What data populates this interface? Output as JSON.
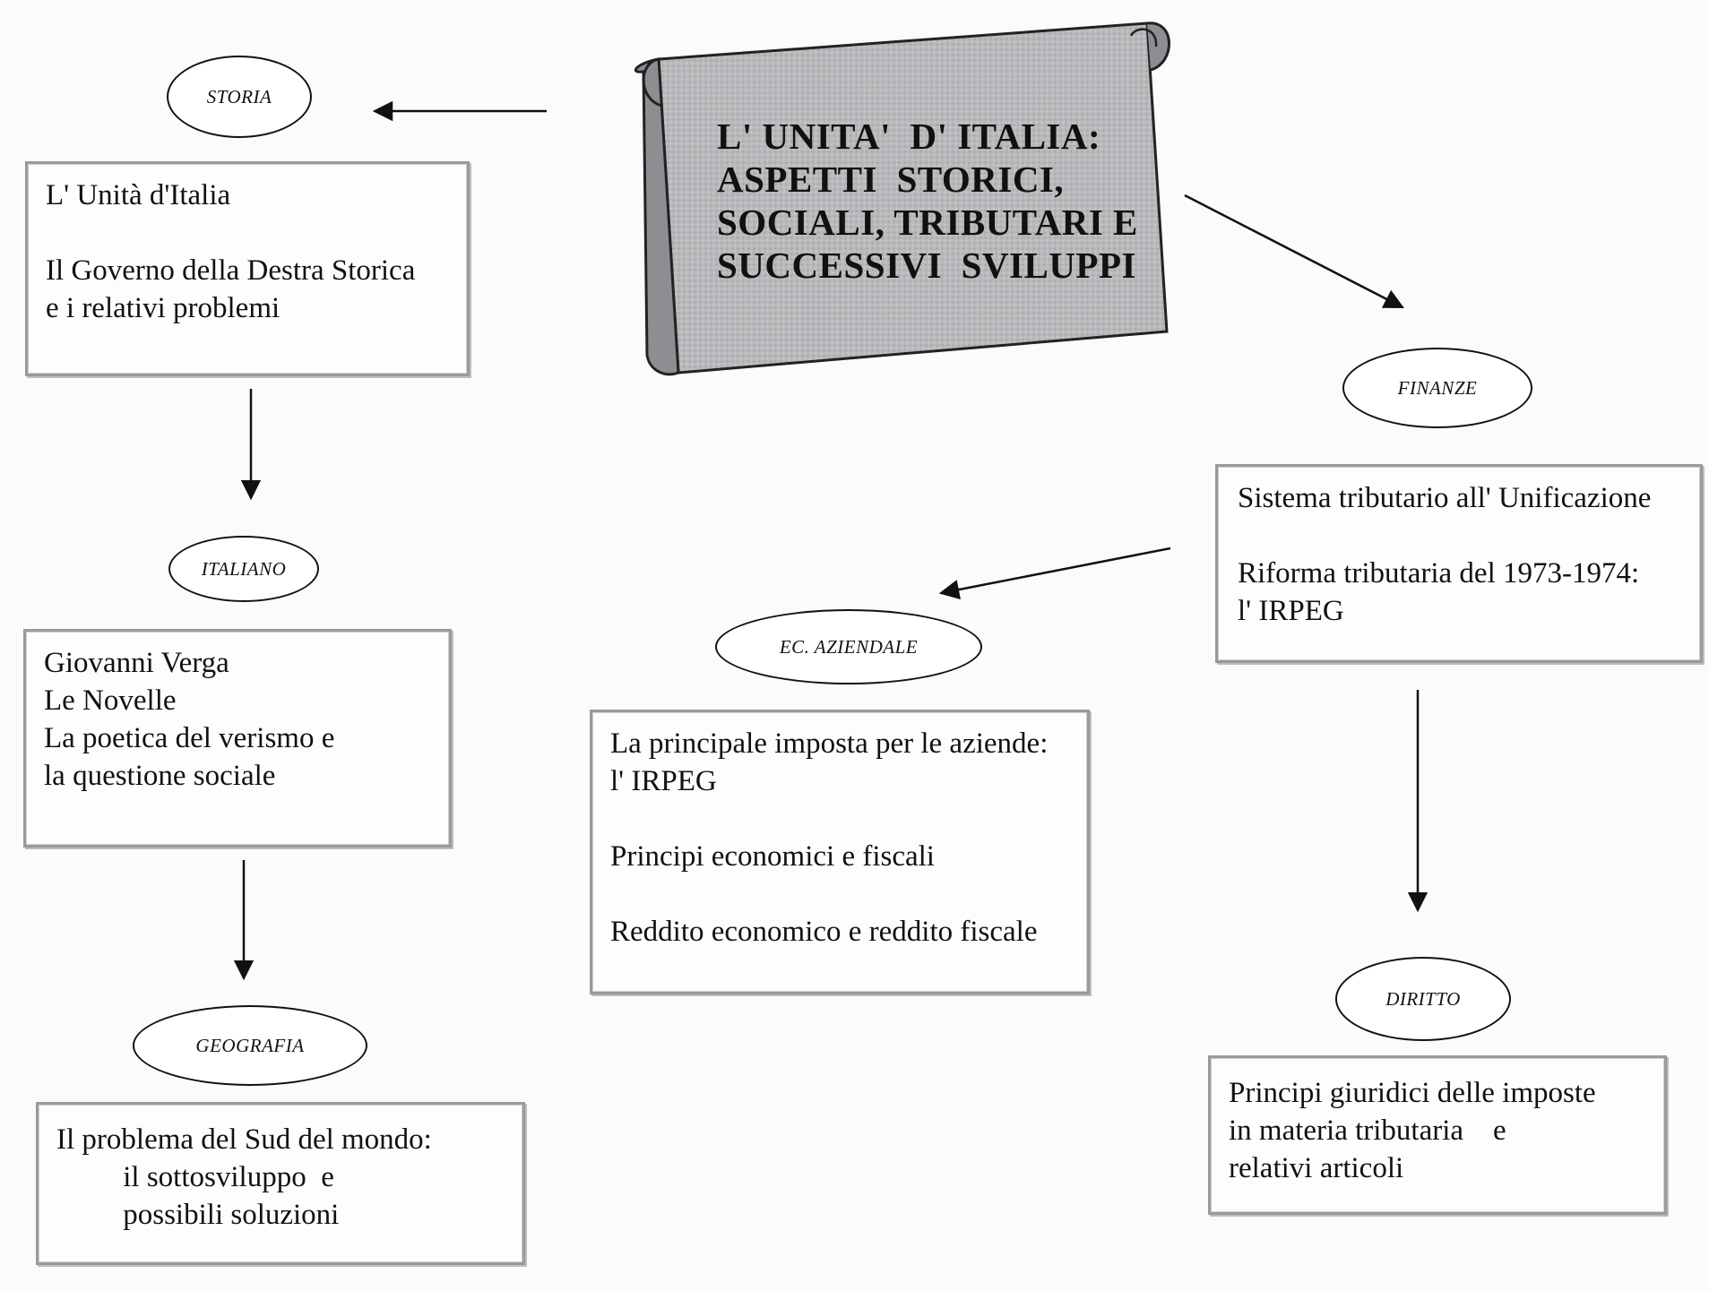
{
  "title": {
    "lines": [
      "L' UNITA'  D' ITALIA:",
      "ASPETTI  STORICI,",
      "SOCIALI, TRIBUTARI E",
      "SUCCESSIVI  SVILUPPI"
    ]
  },
  "nodes": {
    "storia": {
      "label": "STORIA",
      "lines": [
        "L' Unità d'Italia",
        "",
        "Il Governo della Destra Storica",
        "e i relativi problemi"
      ]
    },
    "italiano": {
      "label": "ITALIANO",
      "lines": [
        "Giovanni Verga",
        "Le Novelle",
        "La poetica del verismo e",
        "la questione sociale"
      ]
    },
    "geografia": {
      "label": "GEOGRAFIA",
      "lines": [
        "Il problema del Sud del mondo:",
        "         il sottosviluppo  e",
        "         possibili soluzioni"
      ]
    },
    "ec_aziendale": {
      "label": "EC. AZIENDALE",
      "lines": [
        "La principale imposta per le aziende:",
        "l' IRPEG",
        "",
        "Principi economici e fiscali",
        "",
        "Reddito economico e reddito fiscale"
      ]
    },
    "finanze": {
      "label": "FINANZE",
      "lines": [
        "Sistema tributario all' Unificazione",
        "",
        "Riforma tributaria del 1973-1974:",
        "l' IRPEG"
      ]
    },
    "diritto": {
      "label": "DIRITTO",
      "lines": [
        "Principi giuridici delle imposte",
        "in materia tributaria    e",
        "relativi articoli"
      ]
    }
  },
  "colors": {
    "scroll_fill": "#b9b9bc",
    "scroll_shadow": "#8d8d92",
    "ink": "#111111",
    "box_border": "#9a9a9a"
  }
}
